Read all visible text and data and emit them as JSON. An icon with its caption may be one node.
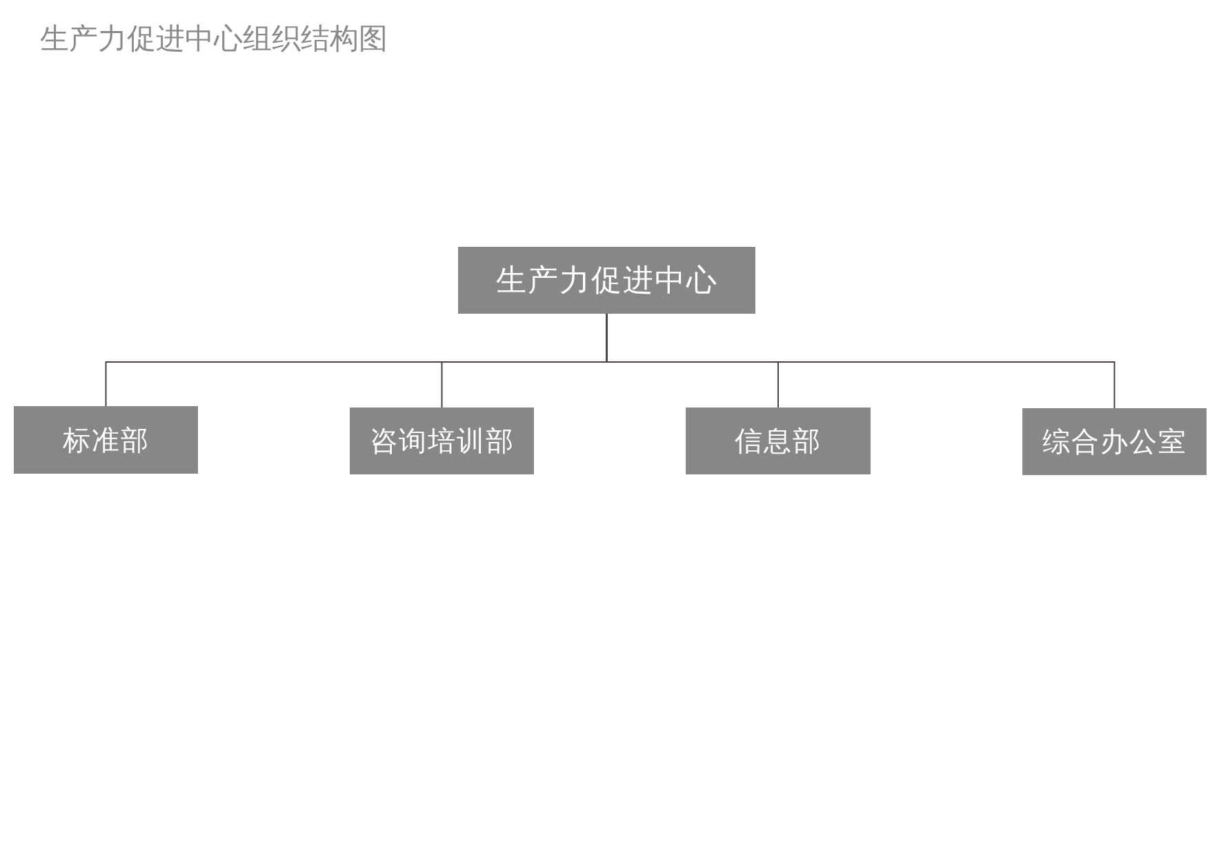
{
  "diagram": {
    "title": "生产力促进中心组织结构图",
    "nodes": [
      {
        "text": [
          "生产力促进中心"
        ]
      },
      {
        "text": [
          "标准部"
        ]
      },
      {
        "text": [
          "咨询培训部"
        ]
      },
      {
        "text": [
          "信息部"
        ]
      },
      {
        "text": [
          "综合办公室"
        ]
      }
    ],
    "edges": [
      {
        "from": 0,
        "to": 1,
        "arrow": "none"
      },
      {
        "from": 0,
        "to": 2,
        "arrow": "none"
      },
      {
        "from": 0,
        "to": 3,
        "arrow": "none"
      },
      {
        "from": 0,
        "to": 4,
        "arrow": "none"
      }
    ]
  }
}
